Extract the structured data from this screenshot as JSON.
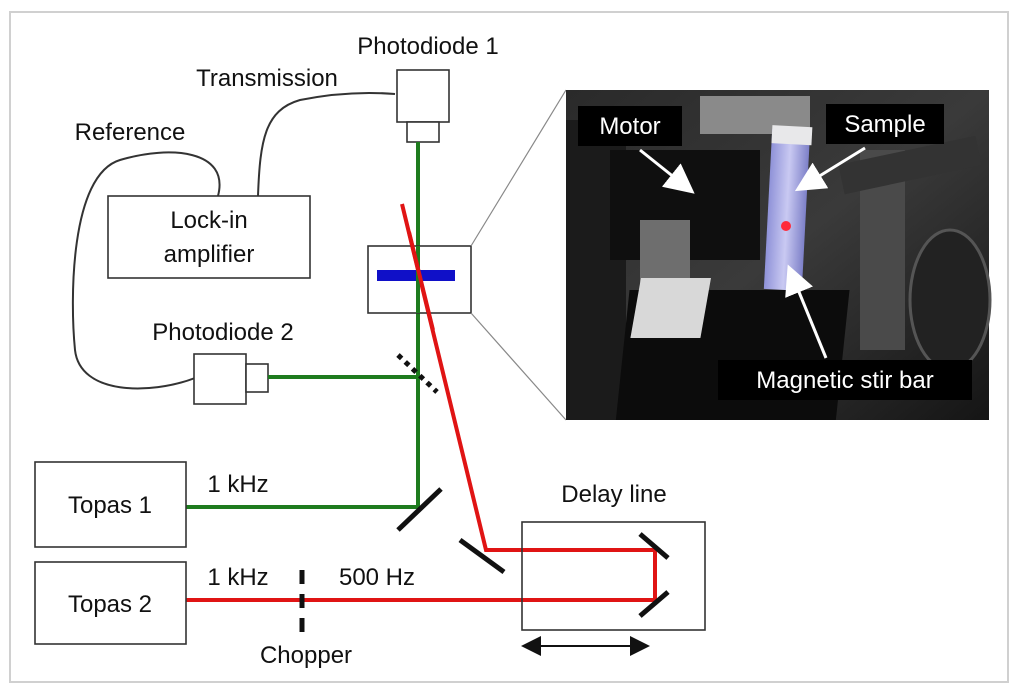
{
  "labels": {
    "photodiode1": "Photodiode 1",
    "transmission": "Transmission",
    "reference": "Reference",
    "lockin_line1": "Lock-in",
    "lockin_line2": "amplifier",
    "photodiode2": "Photodiode 2",
    "topas1": "Topas 1",
    "topas2": "Topas 2",
    "freq_topas1": "1 kHz",
    "freq_topas2": "1 kHz",
    "freq_chopped": "500 Hz",
    "chopper": "Chopper",
    "delay_line": "Delay line"
  },
  "photo": {
    "motor": "Motor",
    "sample": "Sample",
    "stir_bar": "Magnetic stir bar"
  },
  "colors": {
    "green_beam": "#1e7b1e",
    "red_beam": "#e01414",
    "sample_bar": "#1010c8",
    "outline": "#333333"
  }
}
